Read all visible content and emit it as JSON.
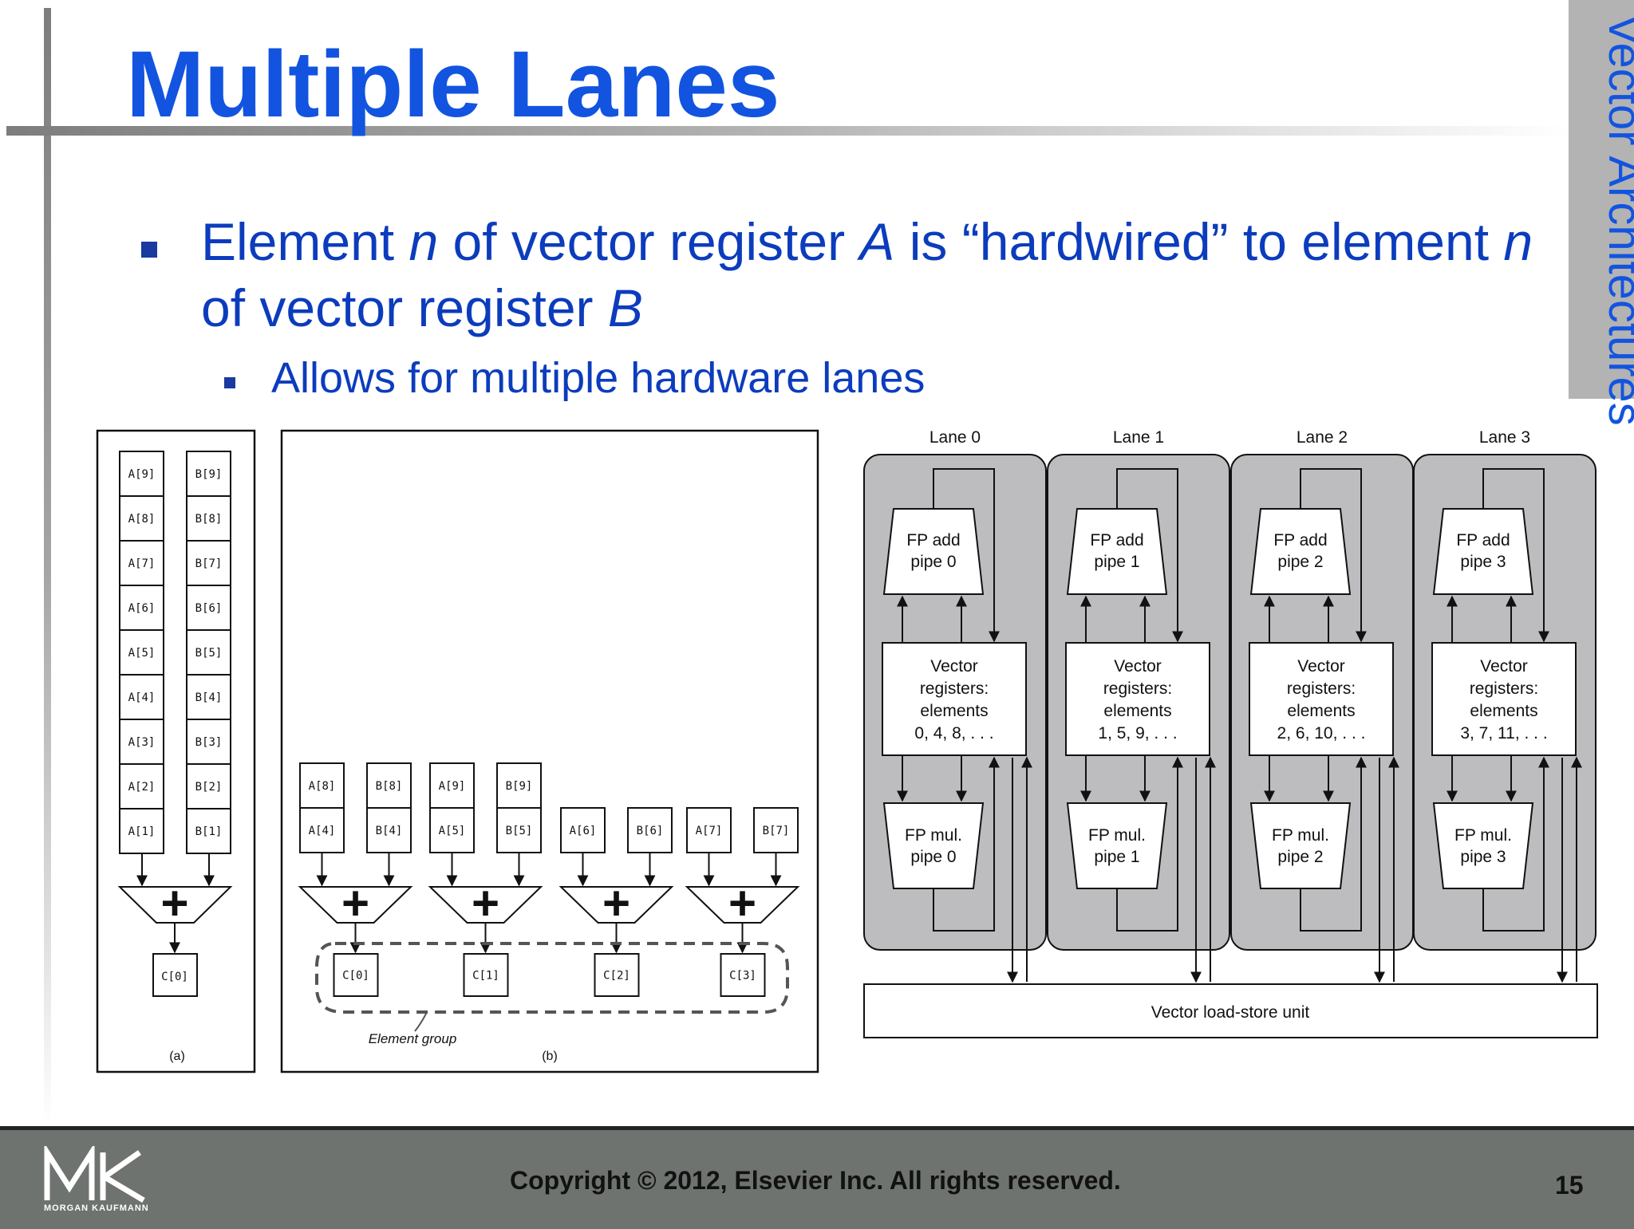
{
  "slide": {
    "title": "Multiple Lanes",
    "side_tab": "Vector Architectures",
    "bullet1": {
      "text_parts": [
        "Element ",
        "n",
        " of vector register ",
        "A",
        " is “hardwired” to element ",
        "n",
        " of vector register ",
        "B"
      ]
    },
    "bullet2": {
      "text": "Allows for multiple hardware lanes"
    }
  },
  "diagram_a": {
    "a_regs": [
      "A[9]",
      "A[8]",
      "A[7]",
      "A[6]",
      "A[5]",
      "A[4]",
      "A[3]",
      "A[2]",
      "A[1]"
    ],
    "b_regs": [
      "B[9]",
      "B[8]",
      "B[7]",
      "B[6]",
      "B[5]",
      "B[4]",
      "B[3]",
      "B[2]",
      "B[1]"
    ],
    "adder_symbol": "+",
    "result": "C[0]",
    "caption": "(a)"
  },
  "diagram_b": {
    "pipes": [
      {
        "a": [
          "A[8]",
          "A[4]"
        ],
        "b": [
          "B[8]",
          "B[4]"
        ],
        "result": "C[0]"
      },
      {
        "a": [
          "A[9]",
          "A[5]"
        ],
        "b": [
          "B[9]",
          "B[5]"
        ],
        "result": "C[1]"
      },
      {
        "a": [
          "A[6]"
        ],
        "b": [
          "B[6]"
        ],
        "result": "C[2]"
      },
      {
        "a": [
          "A[7]"
        ],
        "b": [
          "B[7]"
        ],
        "result": "C[3]"
      }
    ],
    "adder_symbol": "+",
    "group_label": "Element group",
    "caption": "(b)"
  },
  "lanes_diagram": {
    "lanes": [
      {
        "label": "Lane 0",
        "add_pipe": [
          "FP add",
          "pipe 0"
        ],
        "regs": [
          "Vector",
          "registers:",
          "elements",
          "0, 4, 8, . . ."
        ],
        "mul_pipe": [
          "FP mul.",
          "pipe 0"
        ]
      },
      {
        "label": "Lane 1",
        "add_pipe": [
          "FP add",
          "pipe 1"
        ],
        "regs": [
          "Vector",
          "registers:",
          "elements",
          "1, 5, 9, . . ."
        ],
        "mul_pipe": [
          "FP mul.",
          "pipe 1"
        ]
      },
      {
        "label": "Lane 2",
        "add_pipe": [
          "FP add",
          "pipe 2"
        ],
        "regs": [
          "Vector",
          "registers:",
          "elements",
          "2, 6, 10, . . ."
        ],
        "mul_pipe": [
          "FP mul.",
          "pipe 2"
        ]
      },
      {
        "label": "Lane 3",
        "add_pipe": [
          "FP add",
          "pipe 3"
        ],
        "regs": [
          "Vector",
          "registers:",
          "elements",
          "3, 7, 11, . . ."
        ],
        "mul_pipe": [
          "FP mul.",
          "pipe 3"
        ]
      }
    ],
    "load_store": "Vector load-store unit",
    "lane_fill": "#bdbdc0"
  },
  "footer": {
    "logo_text": "MK",
    "logo_sub": "MORGAN KAUFMANN",
    "copyright": "Copyright © 2012, Elsevier Inc. All rights reserved.",
    "page": "15"
  },
  "colors": {
    "title": "#1254e0",
    "body_text": "#0c3cbd",
    "footer_bg": "#6f7370",
    "side_tab_bg": "#b3b3b3"
  }
}
